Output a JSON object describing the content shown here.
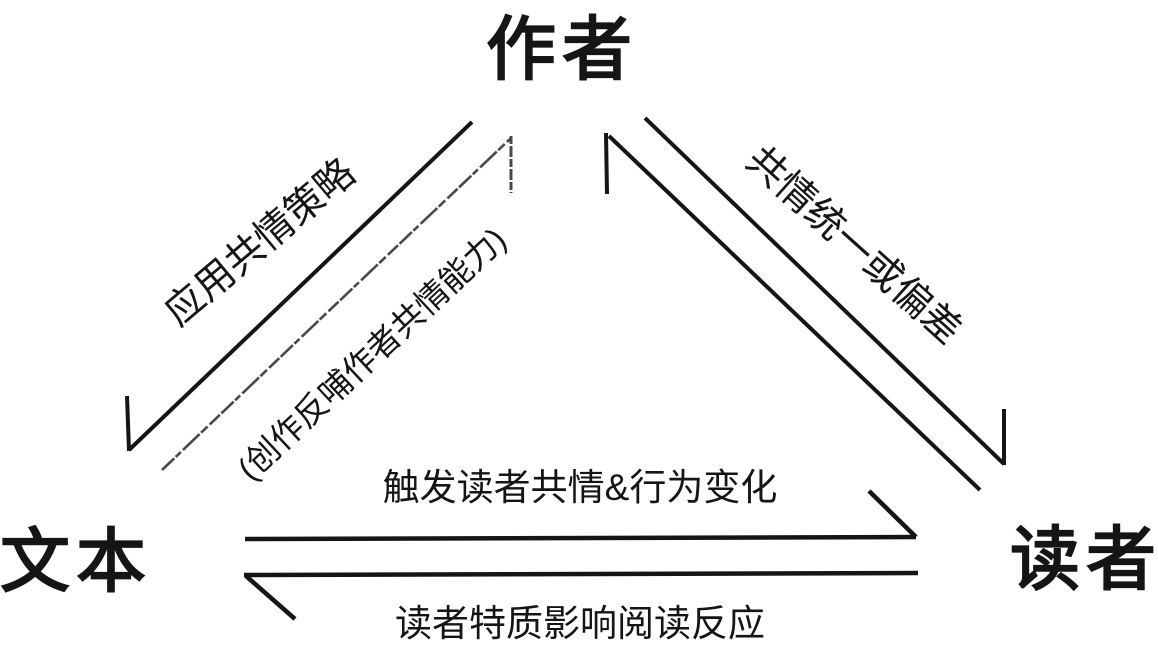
{
  "nodes": {
    "author": {
      "label": "作者"
    },
    "text": {
      "label": "文本"
    },
    "reader": {
      "label": "读者"
    }
  },
  "edges": {
    "apply_strategy": {
      "label": "应用共情策略"
    },
    "feedback": {
      "label": "(创作反哺作者共情能力)"
    },
    "unity_or_bias": {
      "label": "共情统一或偏差"
    },
    "trigger": {
      "label": "触发读者共情&行为变化"
    },
    "traits": {
      "label": "读者特质影响阅读反应"
    }
  },
  "colors": {
    "ink": "#151515",
    "background": "#ffffff"
  }
}
